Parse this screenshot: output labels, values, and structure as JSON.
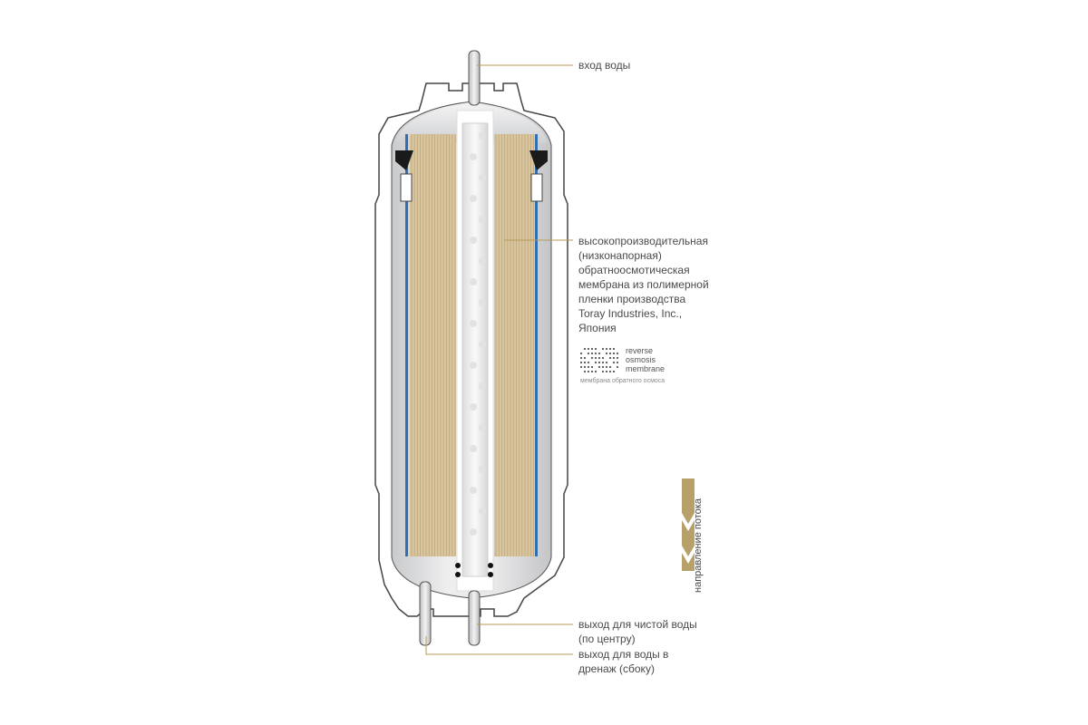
{
  "labels": {
    "water_inlet": [
      "вход воды"
    ],
    "membrane": [
      "высокопроизводительная",
      "(низконапорная)",
      "обратноосмотическая",
      "мембрана из полимерной",
      "пленки производства",
      "Toray Industries, Inc.,",
      "Япония"
    ],
    "clean_outlet": [
      "выход для чистой воды",
      "(по центру)"
    ],
    "drain_outlet": [
      "выход для воды в",
      "дренаж (сбоку)"
    ]
  },
  "logo": {
    "words": [
      "reverse",
      "osmosis",
      "membrane"
    ],
    "caption": "мембрана обратного осмоса"
  },
  "flow": {
    "label": "направление потока"
  },
  "colors": {
    "housing_outline": "#444444",
    "shell_fill": "#d8d9db",
    "membrane_fill": "#d9c6a0",
    "membrane_line": "#bda878",
    "blue_liner": "#2f6fb5",
    "seal": "#1a1a1a",
    "leader_line": "#b89a5a",
    "flow_arrow": "#b8a06a"
  }
}
